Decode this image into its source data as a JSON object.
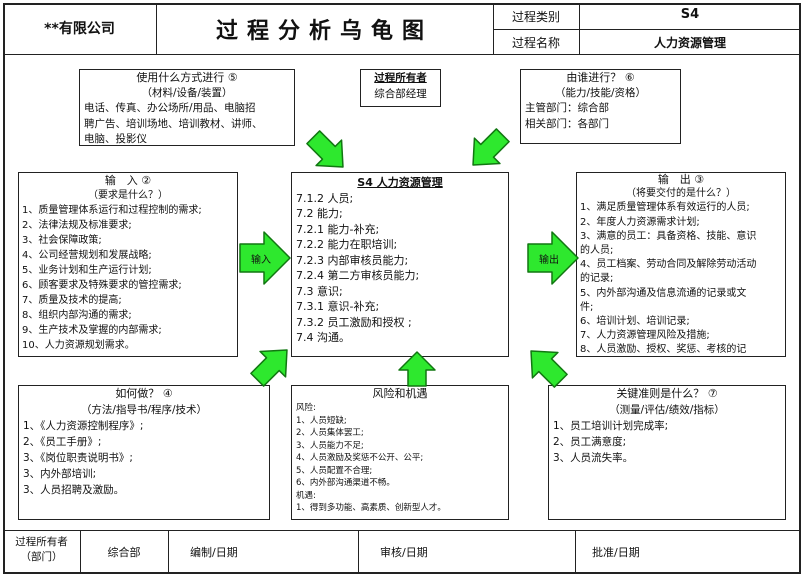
{
  "header": {
    "company": "**有限公司",
    "title": "过程分析乌龟图",
    "process_type_label": "过程类别",
    "process_type_value": "S4",
    "process_name_label": "过程名称",
    "process_name_value": "人力资源管理"
  },
  "resources": {
    "title": "使用什么方式进行 ⑤",
    "subtitle": "（材料/设备/装置）",
    "lines": [
      "电话、传真、办公场所/用品、电脑招",
      "聘广告、培训场地、培训教材、讲师、",
      "电脑、投影仪"
    ]
  },
  "owner": {
    "title": "过程所有者",
    "value": "综合部经理"
  },
  "who": {
    "title": "由谁进行？ ⑥",
    "subtitle": "（能力/技能/资格）",
    "lines": [
      "主管部门：综合部",
      "相关部门：各部门"
    ]
  },
  "inputs": {
    "title": "输　入 ②",
    "subtitle": "（要求是什么？）",
    "lines": [
      "1、质量管理体系运行和过程控制的需求;",
      "2、法律法规及标准要求;",
      "3、社会保障政策;",
      "4、公司经营规划和发展战略;",
      "5、业务计划和生产运行计划;",
      "6、顾客要求及特殊要求的管控需求;",
      "7、质量及技术的提高;",
      "8、组织内部沟通的需求;",
      "9、生产技术及掌握的内部需求;",
      "10、人力资源规划需求。"
    ]
  },
  "process": {
    "title": "S4 人力资源管理",
    "lines": [
      "7.1.2 人员;",
      "7.2 能力;",
      "7.2.1 能力-补充;",
      "7.2.2 能力在职培训;",
      "7.2.3 内部审核员能力;",
      "7.2.4 第二方审核员能力;",
      "7.3 意识;",
      "7.3.1 意识-补充;",
      "7.3.2 员工激励和授权 ;",
      "7.4 沟通。"
    ]
  },
  "outputs": {
    "title": "输　出 ③",
    "subtitle": "（将要交付的是什么？）",
    "lines": [
      "1、满足质量管理体系有效运行的人员;",
      "2、年度人力资源需求计划;",
      "3、满意的员工：具备资格、技能、意识",
      "的人员;",
      "4、员工档案、劳动合同及解除劳动活动",
      "的记录;",
      "5、内外部沟通及信息流通的记录或文",
      "件;",
      "6、培训计划、培训记录;",
      "7、人力资源管理风险及措施;",
      "8、人员激励、授权、奖惩、考核的记"
    ]
  },
  "how": {
    "title": "如何做？ ④",
    "subtitle": "（方法/指导书/程序/技术）",
    "lines": [
      "1、《人力资源控制程序》;",
      "2、《员工手册》;",
      "3、《岗位职责说明书》;",
      "3、内外部培训;",
      "3、人员招聘及激励。"
    ]
  },
  "risk": {
    "title": "风险和机遇",
    "risk_label": "风险:",
    "risk_lines": [
      "1、人员短缺;",
      "2、人员集体罢工;",
      "3、人员能力不足;",
      "4、人员激励及奖惩不公开、公平;",
      "5、人员配置不合理;",
      "6、内外部沟通渠道不畅。"
    ],
    "opp_label": "机遇:",
    "opp_lines": [
      "1、得到多功能、高素质、创新型人才。"
    ]
  },
  "criteria": {
    "title": "关键准则是什么？ ⑦",
    "subtitle": "（测量/评估/绩效/指标）",
    "lines": [
      "1、员工培训计划完成率;",
      "2、员工满意度;",
      "3、人员流失率。"
    ]
  },
  "arrows": {
    "input": "输入",
    "output": "输出"
  },
  "footer": {
    "owner_label_1": "过程所有者",
    "owner_label_2": "（部门）",
    "owner_value": "综合部",
    "edit_label": "编制/日期",
    "review_label": "审核/日期",
    "approve_label": "批准/日期"
  },
  "colors": {
    "arrow_fill": "#2ee82e",
    "arrow_stroke": "#117711"
  }
}
